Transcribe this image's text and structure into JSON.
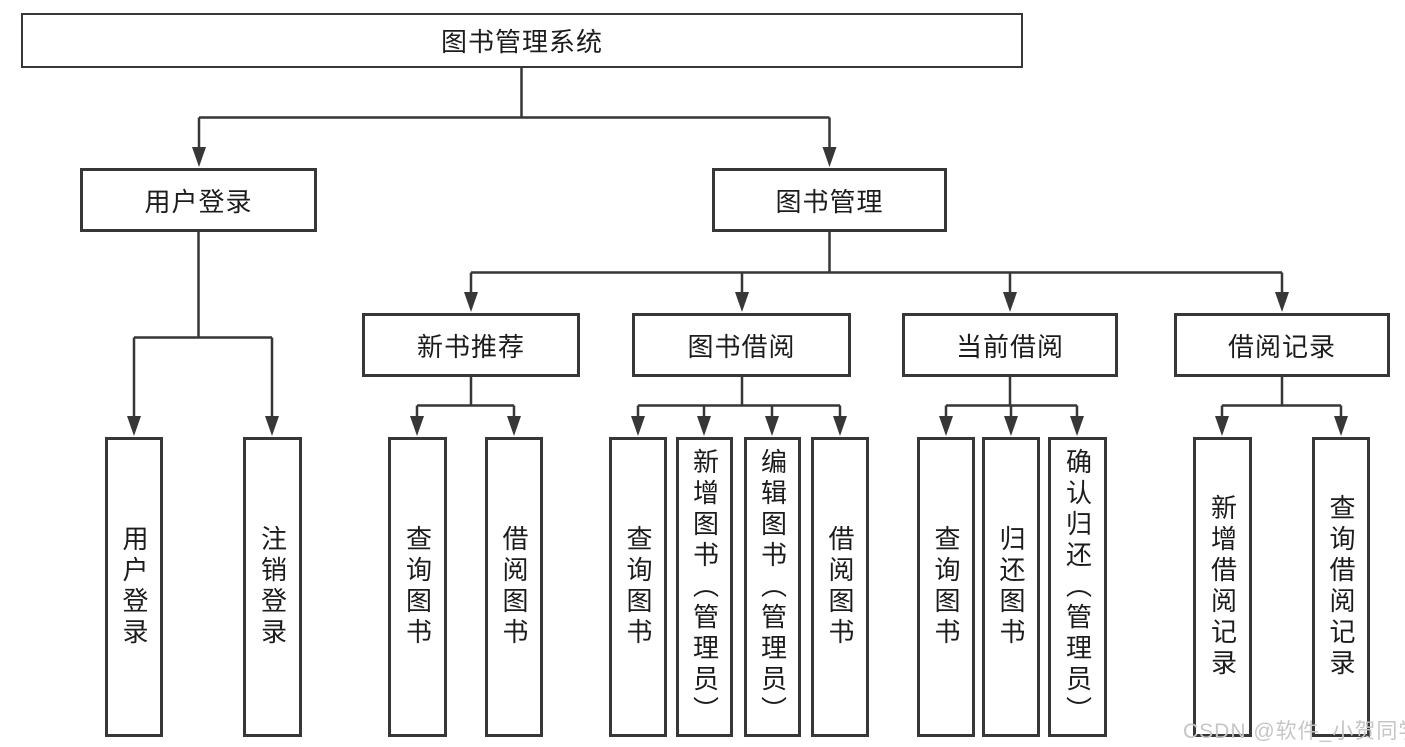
{
  "root": {
    "label": "图书管理系统"
  },
  "branches": [
    {
      "label": "用户登录",
      "children": [
        {
          "label": "用户登录"
        },
        {
          "label": "注销登录"
        }
      ]
    },
    {
      "label": "图书管理",
      "sections": [
        {
          "label": "新书推荐",
          "children": [
            {
              "label": "查询图书"
            },
            {
              "label": "借阅图书"
            }
          ]
        },
        {
          "label": "图书借阅",
          "children": [
            {
              "label": "查询图书"
            },
            {
              "label": "新增图书（管理员）"
            },
            {
              "label": "编辑图书（管理员）"
            },
            {
              "label": "借阅图书"
            }
          ]
        },
        {
          "label": "当前借阅",
          "children": [
            {
              "label": "查询图书"
            },
            {
              "label": "归还图书"
            },
            {
              "label": "确认归还（管理员）"
            }
          ]
        },
        {
          "label": "借阅记录",
          "children": [
            {
              "label": "新增借阅记录"
            },
            {
              "label": "查询借阅记录"
            }
          ]
        }
      ]
    }
  ],
  "watermark": {
    "text": "CSDN @软件_小贺同学"
  },
  "colors": {
    "line": "#373737",
    "text": "#1c1c1c",
    "box_background": "#ffffff",
    "watermark": "#c6c6c6"
  }
}
